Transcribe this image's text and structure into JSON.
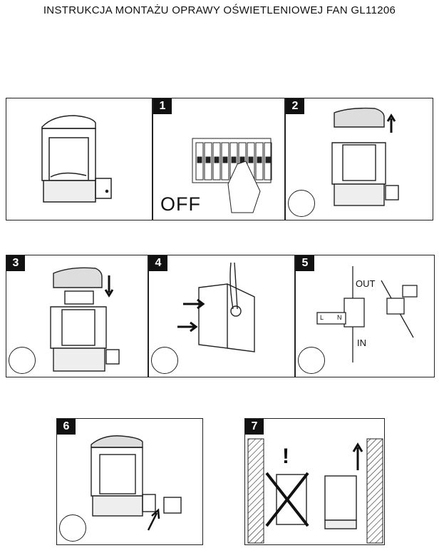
{
  "title": "INSTRUKCJA MONTAŻU OPRAWY OŚWIETLENIOWEJ FAN GL11206",
  "steps": [
    {
      "number": "1",
      "caption": "OFF"
    },
    {
      "number": "2"
    },
    {
      "number": "3"
    },
    {
      "number": "4"
    },
    {
      "number": "5",
      "labels": {
        "out": "OUT",
        "in": "IN",
        "l": "L",
        "n": "N"
      }
    },
    {
      "number": "6"
    },
    {
      "number": "7",
      "warning": "!"
    }
  ],
  "icons": [
    "screwdriver-icon",
    "arrow-up-icon",
    "arrow-down-icon",
    "arrow-right-icon",
    "earth-icon"
  ]
}
